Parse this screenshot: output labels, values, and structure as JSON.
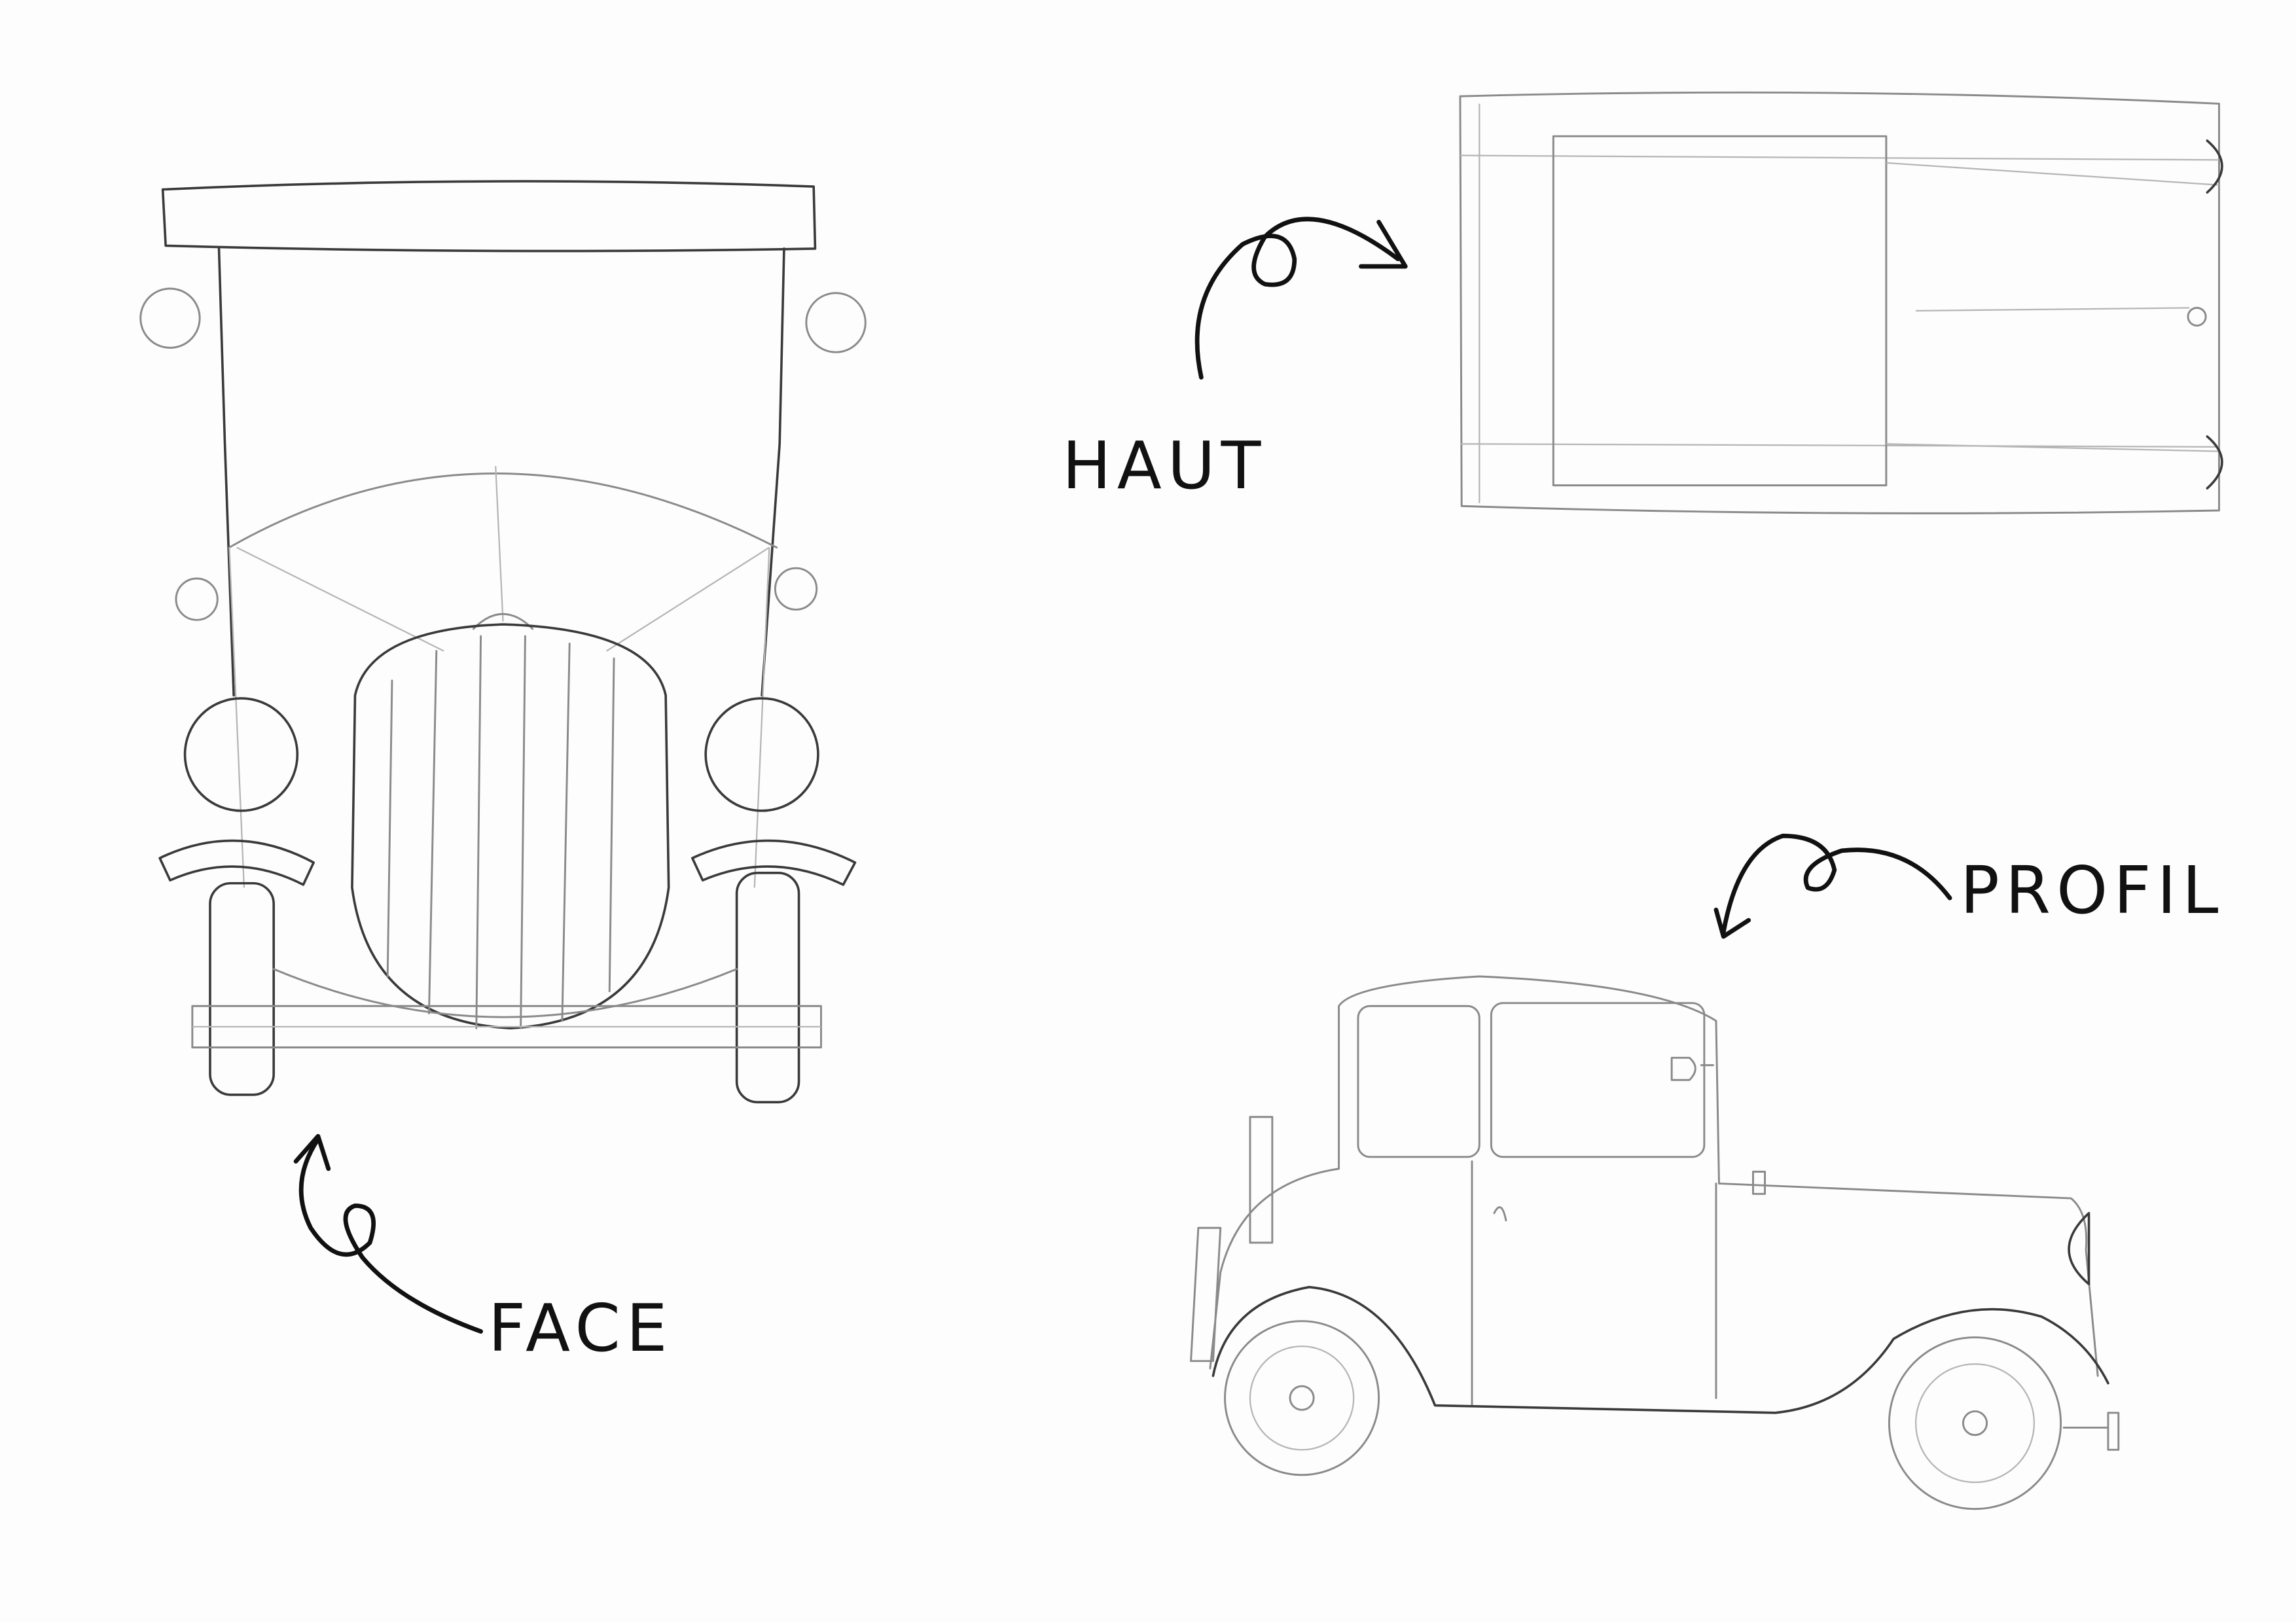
{
  "labels": {
    "top_view": "Haut",
    "front_view": "Face",
    "side_view": "Profil"
  },
  "colors": {
    "paper": "#fdfdfd",
    "pencil": "#8a8a8a",
    "ink": "#111111"
  }
}
